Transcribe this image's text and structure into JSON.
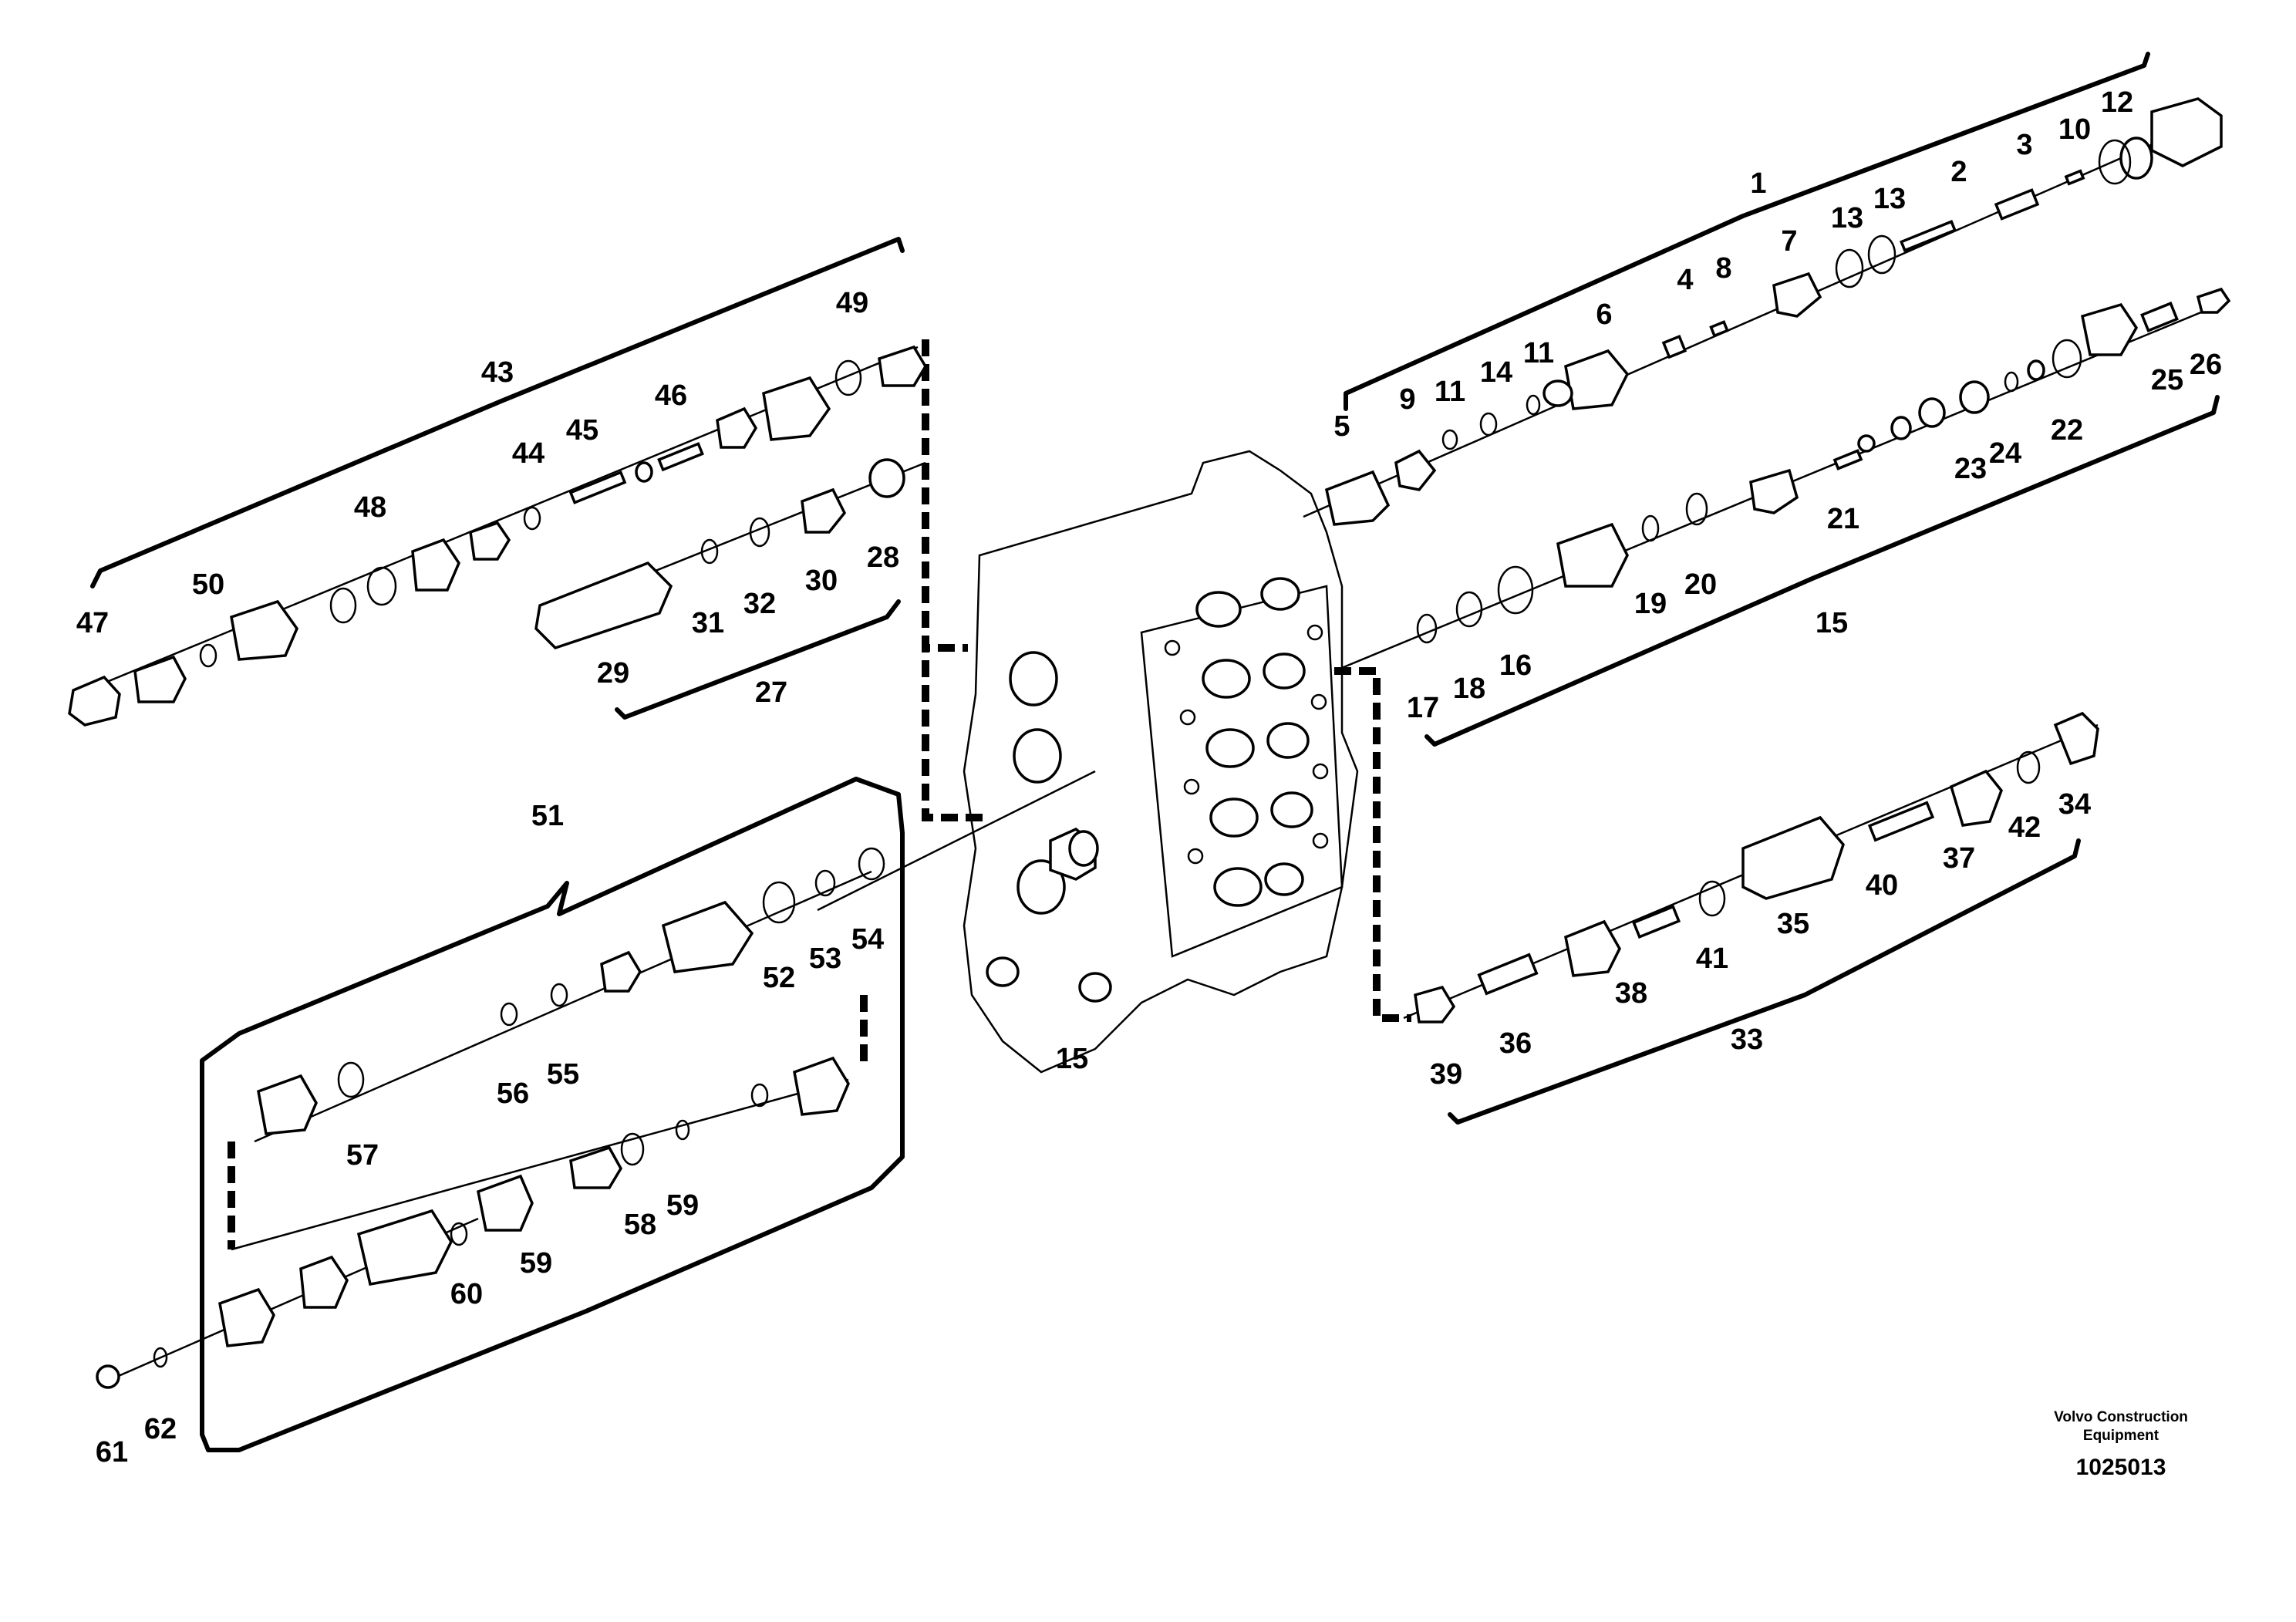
{
  "figure": {
    "type": "exploded parts diagram",
    "callouts": [
      "1",
      "2",
      "3",
      "4",
      "5",
      "6",
      "7",
      "8",
      "9",
      "10",
      "11",
      "11",
      "12",
      "13",
      "13",
      "14",
      "15",
      "15",
      "16",
      "17",
      "18",
      "19",
      "20",
      "21",
      "22",
      "23",
      "24",
      "25",
      "26",
      "27",
      "28",
      "29",
      "30",
      "31",
      "32",
      "33",
      "34",
      "35",
      "36",
      "37",
      "38",
      "39",
      "40",
      "41",
      "42",
      "43",
      "44",
      "45",
      "46",
      "47",
      "48",
      "49",
      "50",
      "51",
      "52",
      "53",
      "54",
      "55",
      "56",
      "57",
      "58",
      "59",
      "59",
      "60",
      "61",
      "62"
    ]
  },
  "credit": {
    "line1": "Volvo Construction",
    "line2": "Equipment",
    "doc_number": "1025013"
  }
}
